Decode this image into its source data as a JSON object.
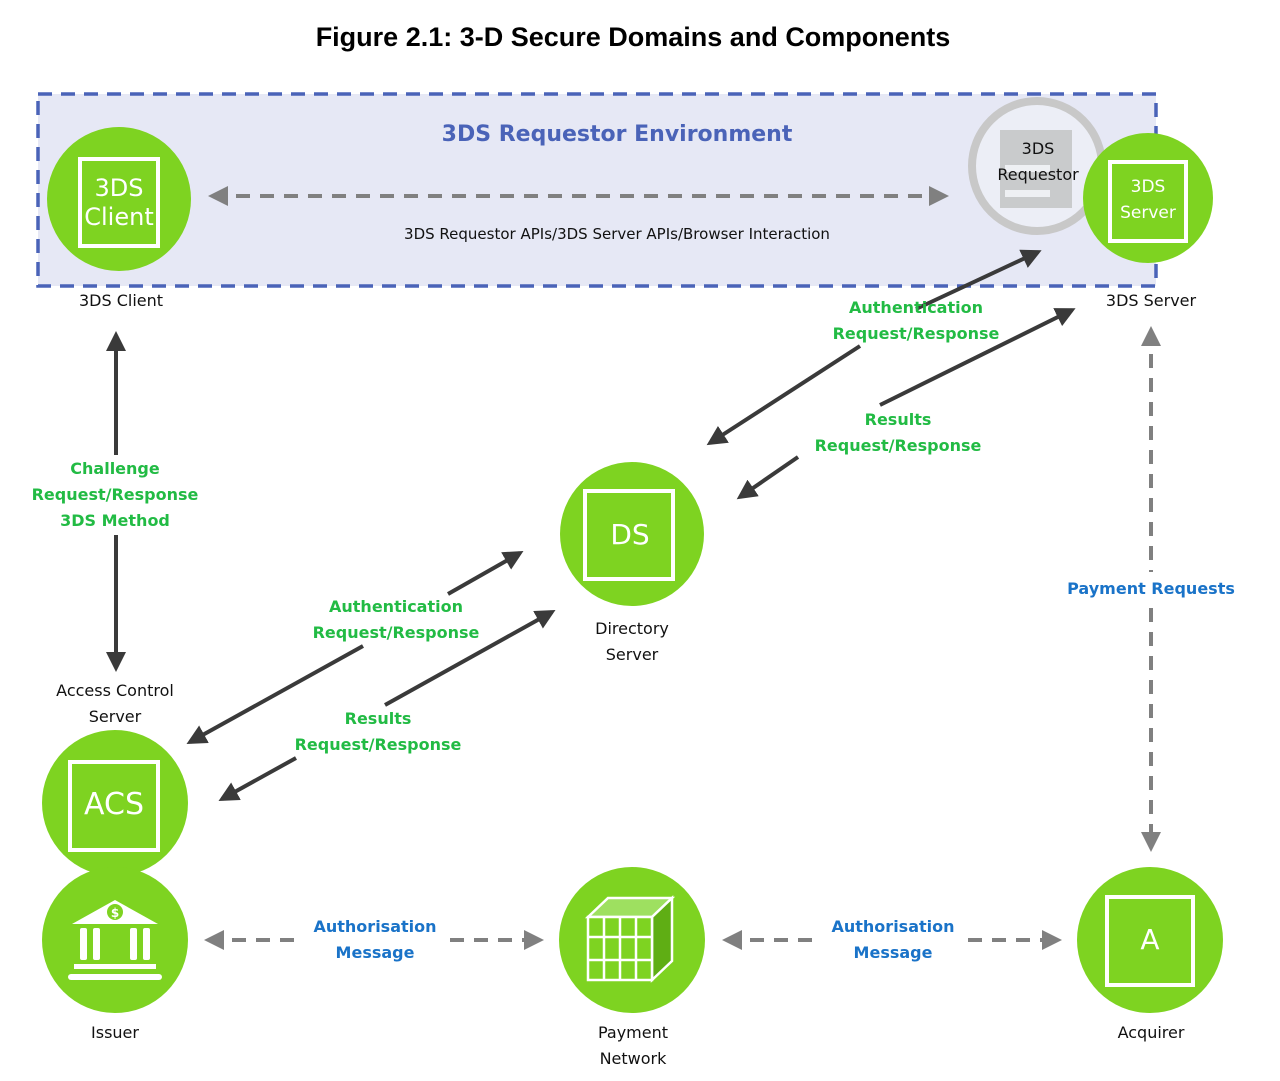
{
  "title": "Figure 2.1:  3-D Secure Domains and Components",
  "colors": {
    "node_green": "#7ed321",
    "env_fill": "#e6e8f5",
    "env_border": "#4a63b8",
    "arrow_dark": "#3a3a3a",
    "arrow_dashed": "#808080",
    "label_green": "#22bb44",
    "label_blue": "#1a73c8"
  },
  "environment": {
    "title": "3DS Requestor Environment",
    "api_label": "3DS Requestor APIs/3DS Server APIs/Browser Interaction"
  },
  "nodes": {
    "client": {
      "box_text": "3DS\nClient",
      "caption": "3DS Client"
    },
    "requestor": {
      "text": "3DS\nRequestor"
    },
    "server": {
      "box_text": "3DS\nServer",
      "caption": "3DS Server"
    },
    "ds": {
      "box_text": "DS",
      "caption": "Directory\nServer"
    },
    "acs": {
      "box_text": "ACS",
      "caption": "Access Control\nServer"
    },
    "issuer": {
      "icon": "bank-icon",
      "caption": "Issuer"
    },
    "network": {
      "icon": "cube-grid-icon",
      "caption": "Payment\nNetwork"
    },
    "acquirer": {
      "box_text": "A",
      "caption": "Acquirer"
    }
  },
  "flows": {
    "challenge": "Challenge\nRequest/Response\n3DS Method",
    "auth_top": "Authentication\nRequest/Response",
    "results_top": "Results\nRequest/Response",
    "auth_bottom": "Authentication\nRequest/Response",
    "results_bottom": "Results\nRequest/Response",
    "payment_requests": "Payment Requests",
    "authorisation_left": "Authorisation\nMessage",
    "authorisation_right": "Authorisation\nMessage"
  }
}
